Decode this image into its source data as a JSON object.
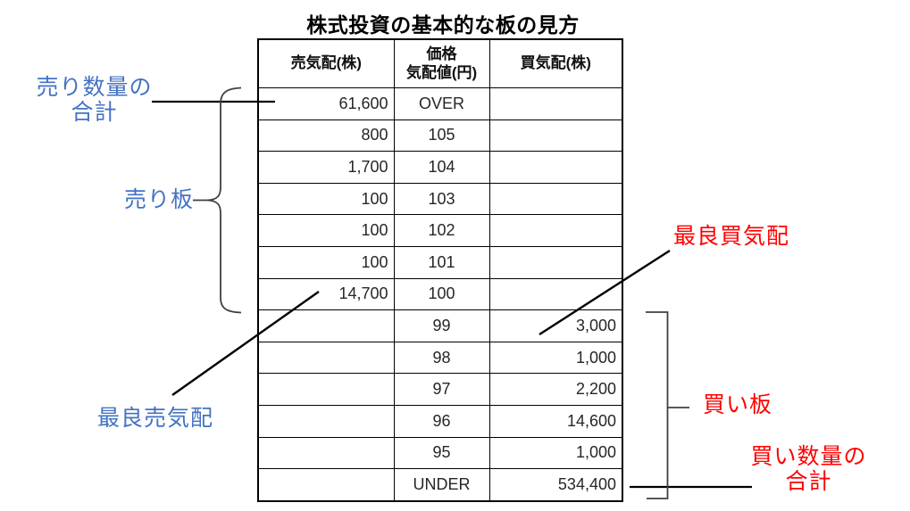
{
  "title": "株式投資の基本的な板の見方",
  "colors": {
    "blue": "#4472C4",
    "red": "#FF0000",
    "line": "#000000",
    "bracket": "#404040"
  },
  "table": {
    "headers": {
      "sell": "売気配(株)",
      "price_line1": "価格",
      "price_line2": "気配値(円)",
      "buy": "買気配(株)"
    },
    "rows": [
      {
        "sell": "61,600",
        "price": "OVER",
        "buy": ""
      },
      {
        "sell": "800",
        "price": "105",
        "buy": ""
      },
      {
        "sell": "1,700",
        "price": "104",
        "buy": ""
      },
      {
        "sell": "100",
        "price": "103",
        "buy": ""
      },
      {
        "sell": "100",
        "price": "102",
        "buy": ""
      },
      {
        "sell": "100",
        "price": "101",
        "buy": ""
      },
      {
        "sell": "14,700",
        "price": "100",
        "buy": ""
      },
      {
        "sell": "",
        "price": "99",
        "buy": "3,000"
      },
      {
        "sell": "",
        "price": "98",
        "buy": "1,000"
      },
      {
        "sell": "",
        "price": "97",
        "buy": "2,200"
      },
      {
        "sell": "",
        "price": "96",
        "buy": "14,600"
      },
      {
        "sell": "",
        "price": "95",
        "buy": "1,000"
      },
      {
        "sell": "",
        "price": "UNDER",
        "buy": "534,400"
      }
    ]
  },
  "annotations": {
    "sell_total_line1": "売り数量の",
    "sell_total_line2": "合計",
    "sell_board": "売り板",
    "best_sell": "最良売気配",
    "best_buy": "最良買気配",
    "buy_board": "買い板",
    "buy_total_line1": "買い数量の",
    "buy_total_line2": "合計"
  }
}
